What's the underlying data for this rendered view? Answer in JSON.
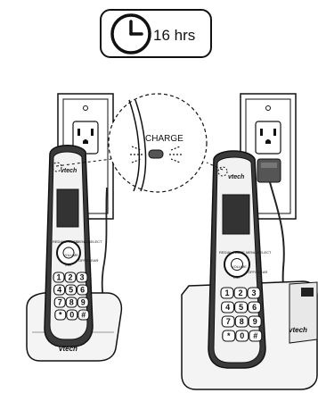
{
  "timer": {
    "label": "16 hrs"
  },
  "callout": {
    "label": "CHARGE"
  },
  "left_handset": {
    "brand": "vtech",
    "base_brand": "vtech",
    "side_keys": [
      "REDIAL/PAUSE",
      "MENU/SELECT",
      "VOLUME",
      "CID",
      "OFF/CLEAR"
    ],
    "keys": [
      "1",
      "2",
      "3",
      "4",
      "5",
      "6",
      "7",
      "8",
      "9",
      "*",
      "0",
      "#"
    ]
  },
  "right_handset": {
    "brand": "vtech",
    "base_brand": "vtech",
    "side_keys": [
      "REDIAL/PAUSE",
      "MENU/SELECT",
      "VOLUME",
      "CID",
      "OFF/CLEAR"
    ],
    "keys": [
      "1",
      "2",
      "3",
      "4",
      "5",
      "6",
      "7",
      "8",
      "9",
      "*",
      "0",
      "#"
    ]
  }
}
